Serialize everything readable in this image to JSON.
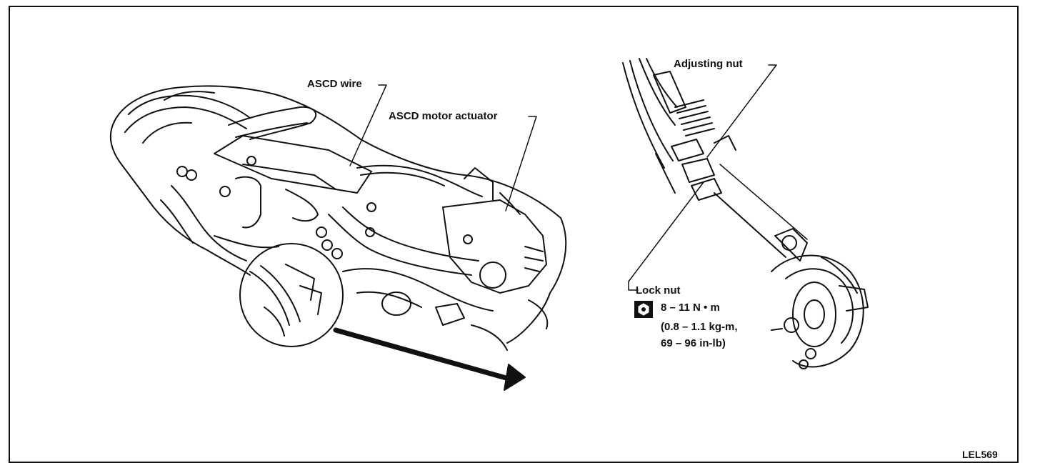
{
  "labels": {
    "ascd_wire": "ASCD wire",
    "ascd_motor_actuator": "ASCD motor actuator",
    "adjusting_nut": "Adjusting nut",
    "lock_nut": "Lock nut",
    "torque_line1": "8 – 11 N • m",
    "torque_line2": "(0.8 – 1.1 kg-m,",
    "torque_line3": "69 – 96 in-lb)",
    "figure_id": "LEL569"
  },
  "icons": {
    "torque": "tightening-torque-icon",
    "arrow": "detail-arrow-icon"
  },
  "colors": {
    "ink": "#111111",
    "paper": "#ffffff"
  }
}
